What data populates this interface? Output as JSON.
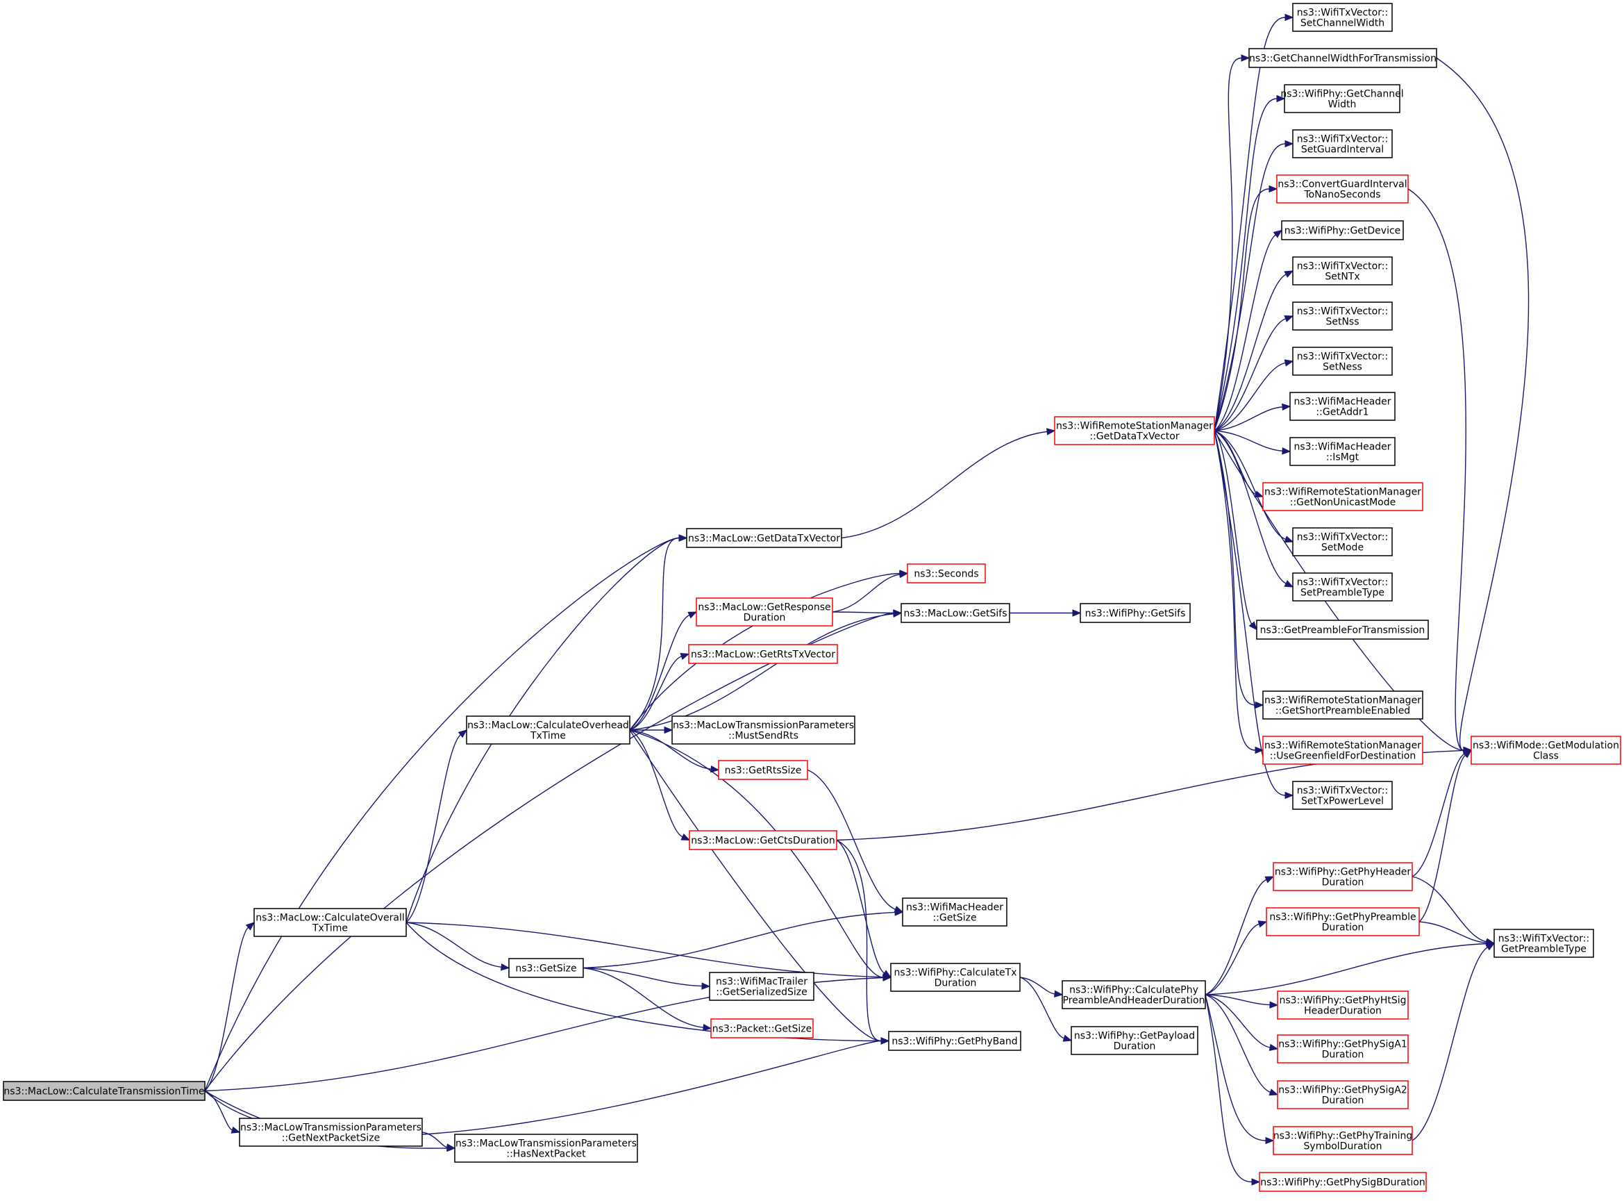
{
  "colors": {
    "edge": "#191970",
    "node_border": "#000000",
    "highlight_border": "#ff0000",
    "root_fill": "#bfbfbf"
  },
  "nodes": [
    {
      "id": "root",
      "lines": [
        "ns3::MacLow::CalculateTransmissionTime"
      ],
      "style": "root"
    },
    {
      "id": "calcOverall",
      "lines": [
        "ns3::MacLow::CalculateOverall",
        "TxTime"
      ],
      "style": "black"
    },
    {
      "id": "getNextPkt",
      "lines": [
        "ns3::MacLowTransmissionParameters",
        "::GetNextPacketSize"
      ],
      "style": "black"
    },
    {
      "id": "hasNextPkt",
      "lines": [
        "ns3::MacLowTransmissionParameters",
        "::HasNextPacket"
      ],
      "style": "black"
    },
    {
      "id": "calcOverhead",
      "lines": [
        "ns3::MacLow::CalculateOverhead",
        "TxTime"
      ],
      "style": "black"
    },
    {
      "id": "getDataTxVecLow",
      "lines": [
        "ns3::MacLow::GetDataTxVector"
      ],
      "style": "black"
    },
    {
      "id": "seconds",
      "lines": [
        "ns3::Seconds"
      ],
      "style": "red"
    },
    {
      "id": "getRespDur",
      "lines": [
        "ns3::MacLow::GetResponse",
        "Duration"
      ],
      "style": "red"
    },
    {
      "id": "getRtsTxVec",
      "lines": [
        "ns3::MacLow::GetRtsTxVector"
      ],
      "style": "red"
    },
    {
      "id": "mustSendRts",
      "lines": [
        "ns3::MacLowTransmissionParameters",
        "::MustSendRts"
      ],
      "style": "black"
    },
    {
      "id": "getRtsSize",
      "lines": [
        "ns3::GetRtsSize"
      ],
      "style": "red"
    },
    {
      "id": "getCtsDur",
      "lines": [
        "ns3::MacLow::GetCtsDuration"
      ],
      "style": "red"
    },
    {
      "id": "getSize",
      "lines": [
        "ns3::GetSize"
      ],
      "style": "black"
    },
    {
      "id": "trailerSize",
      "lines": [
        "ns3::WifiMacTrailer",
        "::GetSerializedSize"
      ],
      "style": "black"
    },
    {
      "id": "packetSize",
      "lines": [
        "ns3::Packet::GetSize"
      ],
      "style": "red"
    },
    {
      "id": "getSifs",
      "lines": [
        "ns3::MacLow::GetSifs"
      ],
      "style": "black"
    },
    {
      "id": "phyGetSifs",
      "lines": [
        "ns3::WifiPhy::GetSifs"
      ],
      "style": "black"
    },
    {
      "id": "headerSize",
      "lines": [
        "ns3::WifiMacHeader",
        "::GetSize"
      ],
      "style": "black"
    },
    {
      "id": "calcTxDur",
      "lines": [
        "ns3::WifiPhy::CalculateTx",
        "Duration"
      ],
      "style": "black"
    },
    {
      "id": "getPhyBand",
      "lines": [
        "ns3::WifiPhy::GetPhyBand"
      ],
      "style": "black"
    },
    {
      "id": "calcPhyPreamble",
      "lines": [
        "ns3::WifiPhy::CalculatePhy",
        "PreambleAndHeaderDuration"
      ],
      "style": "black"
    },
    {
      "id": "getPayloadDur",
      "lines": [
        "ns3::WifiPhy::GetPayload",
        "Duration"
      ],
      "style": "black"
    },
    {
      "id": "getDataTxVecMgr",
      "lines": [
        "ns3::WifiRemoteStationManager",
        "::GetDataTxVector"
      ],
      "style": "red"
    },
    {
      "id": "setChWidth",
      "lines": [
        "ns3::WifiTxVector::",
        "SetChannelWidth"
      ],
      "style": "black"
    },
    {
      "id": "getChWidthTx",
      "lines": [
        "ns3::GetChannelWidthForTransmission"
      ],
      "style": "black"
    },
    {
      "id": "phyGetChWidth",
      "lines": [
        "ns3::WifiPhy::GetChannel",
        "Width"
      ],
      "style": "black"
    },
    {
      "id": "setGI",
      "lines": [
        "ns3::WifiTxVector::",
        "SetGuardInterval"
      ],
      "style": "black"
    },
    {
      "id": "convGI",
      "lines": [
        "ns3::ConvertGuardInterval",
        "ToNanoSeconds"
      ],
      "style": "red"
    },
    {
      "id": "phyGetDevice",
      "lines": [
        "ns3::WifiPhy::GetDevice"
      ],
      "style": "black"
    },
    {
      "id": "setNTx",
      "lines": [
        "ns3::WifiTxVector::",
        "SetNTx"
      ],
      "style": "black"
    },
    {
      "id": "setNss",
      "lines": [
        "ns3::WifiTxVector::",
        "SetNss"
      ],
      "style": "black"
    },
    {
      "id": "setNess",
      "lines": [
        "ns3::WifiTxVector::",
        "SetNess"
      ],
      "style": "black"
    },
    {
      "id": "getAddr1",
      "lines": [
        "ns3::WifiMacHeader",
        "::GetAddr1"
      ],
      "style": "black"
    },
    {
      "id": "isMgt",
      "lines": [
        "ns3::WifiMacHeader",
        "::IsMgt"
      ],
      "style": "black"
    },
    {
      "id": "nonUnicast",
      "lines": [
        "ns3::WifiRemoteStationManager",
        "::GetNonUnicastMode"
      ],
      "style": "red"
    },
    {
      "id": "setMode",
      "lines": [
        "ns3::WifiTxVector::",
        "SetMode"
      ],
      "style": "black"
    },
    {
      "id": "setPreambleType",
      "lines": [
        "ns3::WifiTxVector::",
        "SetPreambleType"
      ],
      "style": "black"
    },
    {
      "id": "getPreambleForTx",
      "lines": [
        "ns3::GetPreambleForTransmission"
      ],
      "style": "black"
    },
    {
      "id": "shortPreamble",
      "lines": [
        "ns3::WifiRemoteStationManager",
        "::GetShortPreambleEnabled"
      ],
      "style": "black"
    },
    {
      "id": "greenfield",
      "lines": [
        "ns3::WifiRemoteStationManager",
        "::UseGreenfieldForDestination"
      ],
      "style": "red"
    },
    {
      "id": "setTxPower",
      "lines": [
        "ns3::WifiTxVector::",
        "SetTxPowerLevel"
      ],
      "style": "black"
    },
    {
      "id": "modClass",
      "lines": [
        "ns3::WifiMode::GetModulation",
        "Class"
      ],
      "style": "red"
    },
    {
      "id": "phyHeaderDur",
      "lines": [
        "ns3::WifiPhy::GetPhyHeader",
        "Duration"
      ],
      "style": "red"
    },
    {
      "id": "phyPreambleDur",
      "lines": [
        "ns3::WifiPhy::GetPhyPreamble",
        "Duration"
      ],
      "style": "red"
    },
    {
      "id": "txVecGetPreamble",
      "lines": [
        "ns3::WifiTxVector::",
        "GetPreambleType"
      ],
      "style": "black"
    },
    {
      "id": "htSigDur",
      "lines": [
        "ns3::WifiPhy::GetPhyHtSig",
        "HeaderDuration"
      ],
      "style": "red"
    },
    {
      "id": "sigA1Dur",
      "lines": [
        "ns3::WifiPhy::GetPhySigA1",
        "Duration"
      ],
      "style": "red"
    },
    {
      "id": "sigA2Dur",
      "lines": [
        "ns3::WifiPhy::GetPhySigA2",
        "Duration"
      ],
      "style": "red"
    },
    {
      "id": "trainingDur",
      "lines": [
        "ns3::WifiPhy::GetPhyTraining",
        "SymbolDuration"
      ],
      "style": "red"
    },
    {
      "id": "sigBDur",
      "lines": [
        "ns3::WifiPhy::GetPhySigBDuration"
      ],
      "style": "red"
    }
  ],
  "edges": [
    [
      "root",
      "calcOverall"
    ],
    [
      "root",
      "getNextPkt"
    ],
    [
      "root",
      "hasNextPkt"
    ],
    [
      "root",
      "calcTxDur"
    ],
    [
      "root",
      "getPhyBand"
    ],
    [
      "root",
      "getDataTxVecLow"
    ],
    [
      "root",
      "getSifs"
    ],
    [
      "calcOverall",
      "calcOverhead"
    ],
    [
      "calcOverall",
      "getDataTxVecLow"
    ],
    [
      "calcOverall",
      "getSize"
    ],
    [
      "calcOverall",
      "calcTxDur"
    ],
    [
      "calcOverall",
      "getPhyBand"
    ],
    [
      "getNextPkt",
      "hasNextPkt"
    ],
    [
      "calcOverhead",
      "getDataTxVecLow"
    ],
    [
      "calcOverhead",
      "seconds"
    ],
    [
      "calcOverhead",
      "getRespDur"
    ],
    [
      "calcOverhead",
      "getRtsTxVec"
    ],
    [
      "calcOverhead",
      "getSifs"
    ],
    [
      "calcOverhead",
      "mustSendRts"
    ],
    [
      "calcOverhead",
      "getRtsSize"
    ],
    [
      "calcOverhead",
      "getCtsDur"
    ],
    [
      "calcOverhead",
      "calcTxDur"
    ],
    [
      "calcOverhead",
      "getPhyBand"
    ],
    [
      "getDataTxVecLow",
      "getDataTxVecMgr"
    ],
    [
      "getRespDur",
      "seconds"
    ],
    [
      "getRespDur",
      "getSifs"
    ],
    [
      "getSifs",
      "phyGetSifs"
    ],
    [
      "getRtsSize",
      "headerSize"
    ],
    [
      "getCtsDur",
      "calcTxDur"
    ],
    [
      "getCtsDur",
      "getPhyBand"
    ],
    [
      "getCtsDur",
      "modClass"
    ],
    [
      "getSize",
      "headerSize"
    ],
    [
      "getSize",
      "trailerSize"
    ],
    [
      "getSize",
      "packetSize"
    ],
    [
      "calcTxDur",
      "calcPhyPreamble"
    ],
    [
      "calcTxDur",
      "getPayloadDur"
    ],
    [
      "getDataTxVecMgr",
      "setChWidth"
    ],
    [
      "getDataTxVecMgr",
      "getChWidthTx"
    ],
    [
      "getDataTxVecMgr",
      "phyGetChWidth"
    ],
    [
      "getDataTxVecMgr",
      "setGI"
    ],
    [
      "getDataTxVecMgr",
      "convGI"
    ],
    [
      "getDataTxVecMgr",
      "phyGetDevice"
    ],
    [
      "getDataTxVecMgr",
      "setNTx"
    ],
    [
      "getDataTxVecMgr",
      "setNss"
    ],
    [
      "getDataTxVecMgr",
      "setNess"
    ],
    [
      "getDataTxVecMgr",
      "getAddr1"
    ],
    [
      "getDataTxVecMgr",
      "isMgt"
    ],
    [
      "getDataTxVecMgr",
      "nonUnicast"
    ],
    [
      "getDataTxVecMgr",
      "setMode"
    ],
    [
      "getDataTxVecMgr",
      "setPreambleType"
    ],
    [
      "getDataTxVecMgr",
      "getPreambleForTx"
    ],
    [
      "getDataTxVecMgr",
      "shortPreamble"
    ],
    [
      "getDataTxVecMgr",
      "greenfield"
    ],
    [
      "getDataTxVecMgr",
      "setTxPower"
    ],
    [
      "getDataTxVecMgr",
      "modClass"
    ],
    [
      "getChWidthTx",
      "modClass"
    ],
    [
      "convGI",
      "modClass"
    ],
    [
      "calcPhyPreamble",
      "phyHeaderDur"
    ],
    [
      "calcPhyPreamble",
      "phyPreambleDur"
    ],
    [
      "calcPhyPreamble",
      "txVecGetPreamble"
    ],
    [
      "calcPhyPreamble",
      "htSigDur"
    ],
    [
      "calcPhyPreamble",
      "sigA1Dur"
    ],
    [
      "calcPhyPreamble",
      "sigA2Dur"
    ],
    [
      "calcPhyPreamble",
      "trainingDur"
    ],
    [
      "calcPhyPreamble",
      "sigBDur"
    ],
    [
      "phyHeaderDur",
      "modClass"
    ],
    [
      "phyHeaderDur",
      "txVecGetPreamble"
    ],
    [
      "phyPreambleDur",
      "modClass"
    ],
    [
      "phyPreambleDur",
      "txVecGetPreamble"
    ],
    [
      "trainingDur",
      "txVecGetPreamble"
    ]
  ]
}
